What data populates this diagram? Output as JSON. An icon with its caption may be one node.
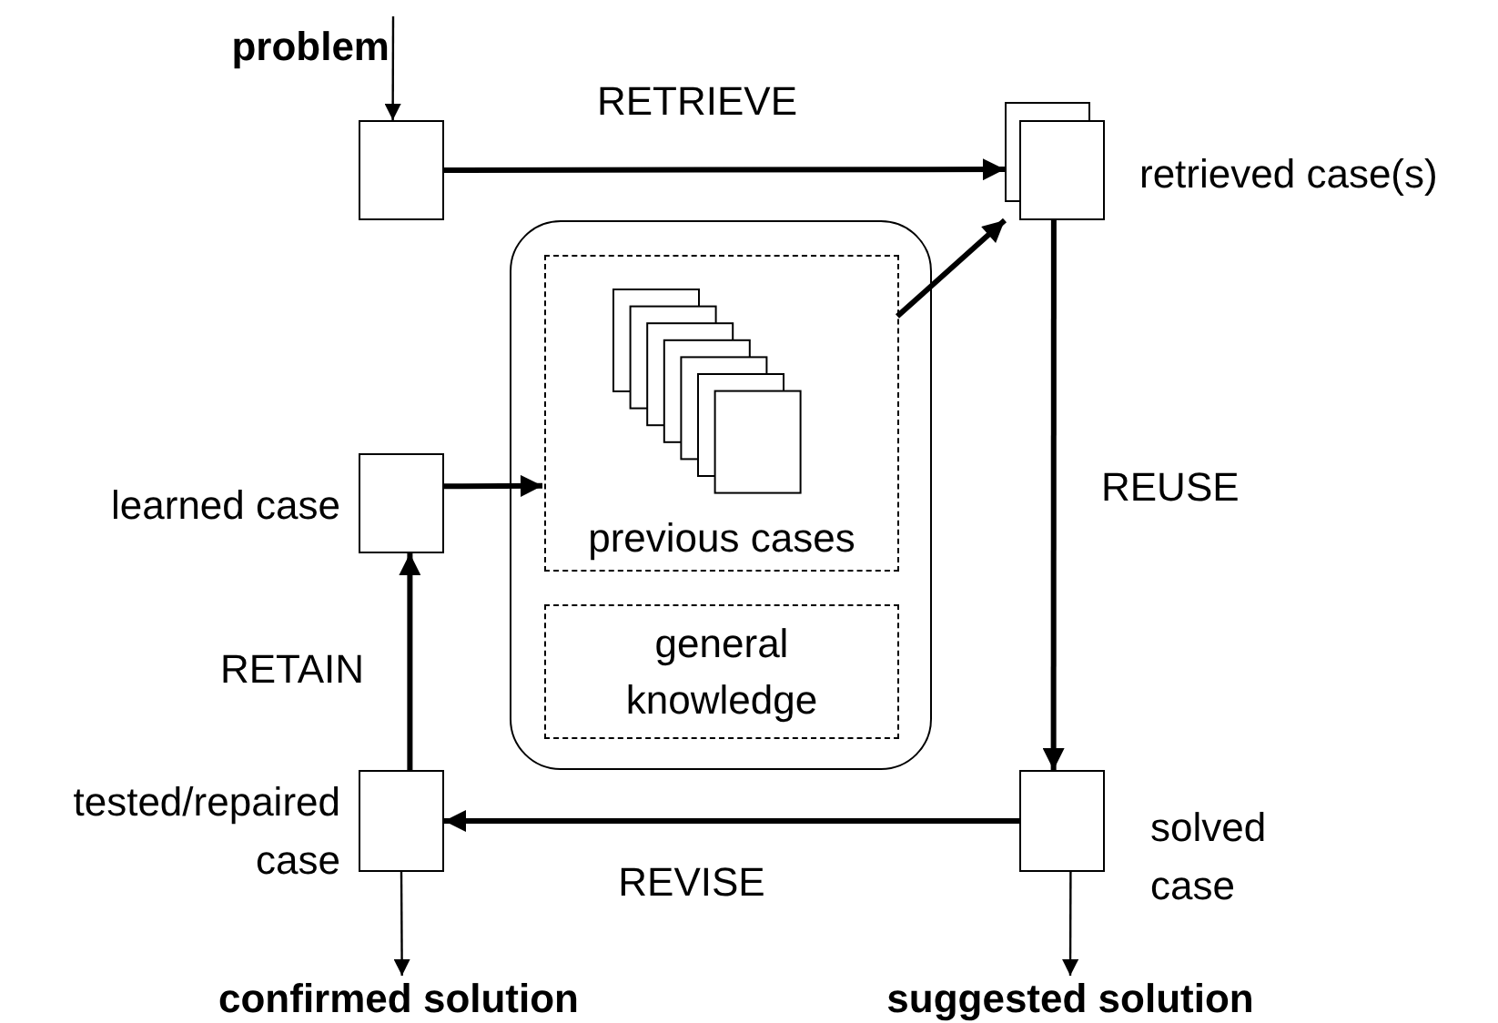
{
  "diagram": {
    "nodes": [
      {
        "text": [
          "problem"
        ]
      },
      {
        "text": [],
        "shape": "box"
      },
      {
        "text": [],
        "shape": "box",
        "beside": [
          "retrieved case(s)"
        ]
      },
      {
        "text": [],
        "shape": "box"
      },
      {
        "text": [
          "previous cases"
        ],
        "in": 3
      },
      {
        "text": [
          "general knowledge"
        ],
        "in": 3
      },
      {
        "text": [],
        "shape": "box",
        "beside": [
          "learned case"
        ]
      },
      {
        "text": [],
        "shape": "box",
        "beside": [
          "tested/repaired case"
        ]
      },
      {
        "text": [],
        "shape": "box",
        "beside": [
          "solved case"
        ]
      },
      {
        "text": [
          "confirmed solution"
        ]
      },
      {
        "text": [
          "suggested solution"
        ]
      }
    ],
    "edges": [
      {
        "from": 0,
        "to": 1,
        "arrow": "to"
      },
      {
        "from": 1,
        "to": 2,
        "arrow": "to",
        "label": "RETRIEVE"
      },
      {
        "from": 4,
        "to": 2,
        "arrow": "to"
      },
      {
        "from": 2,
        "to": 8,
        "arrow": "to",
        "label": "REUSE"
      },
      {
        "from": 8,
        "to": 7,
        "arrow": "to",
        "label": "REVISE"
      },
      {
        "from": 7,
        "to": 6,
        "arrow": "to",
        "label": "RETAIN"
      },
      {
        "from": 6,
        "to": 4,
        "arrow": "to"
      },
      {
        "from": 7,
        "to": 9,
        "arrow": "to"
      },
      {
        "from": 8,
        "to": 10,
        "arrow": "to"
      }
    ]
  }
}
